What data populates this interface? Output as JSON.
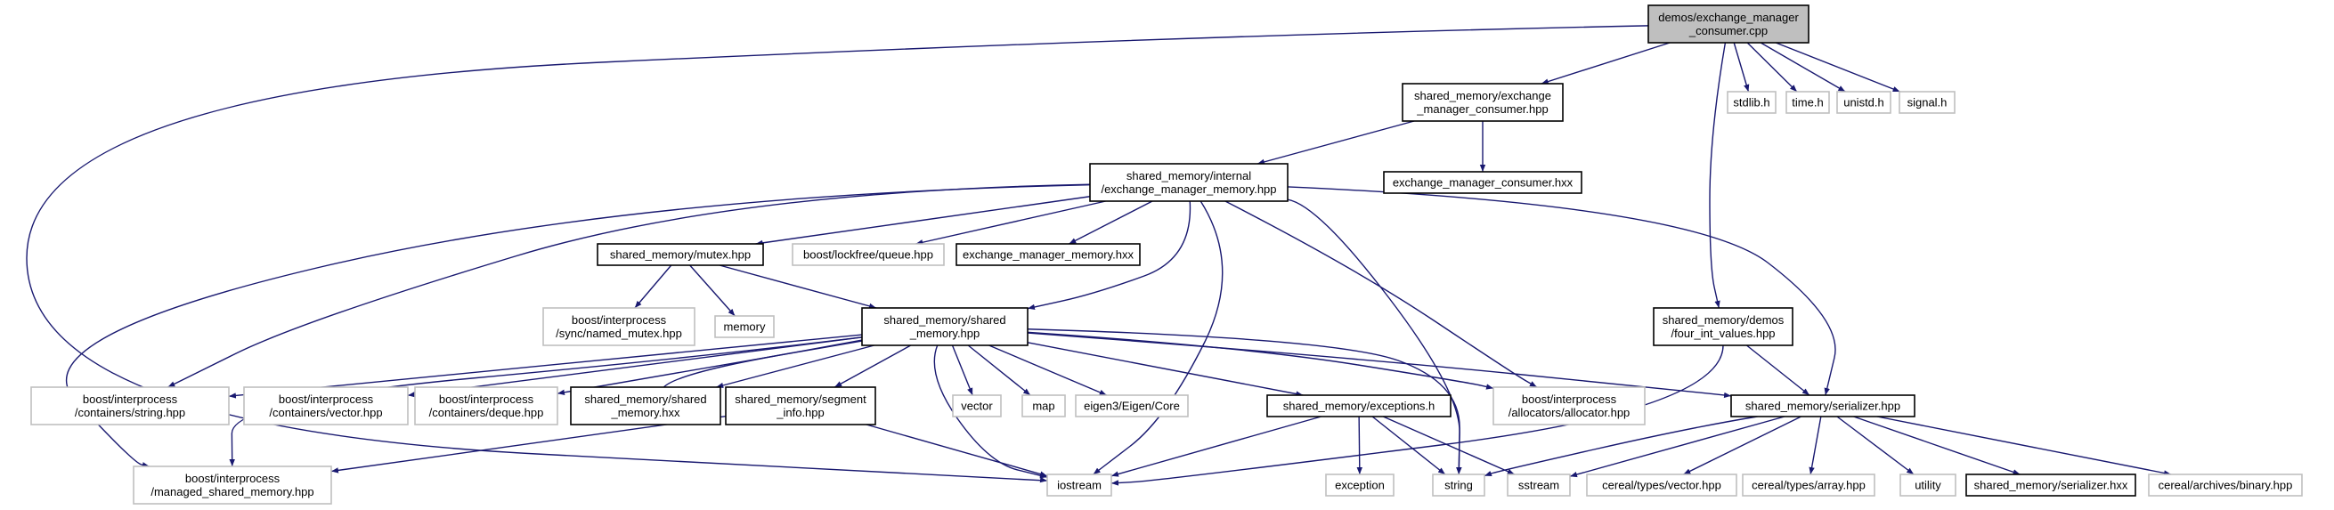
{
  "graph": {
    "colors": {
      "edge": "#191970",
      "root_fill": "#bfbfbf",
      "root_border": "#000000",
      "node_border": "#000000",
      "external_border": "#bfbfbf",
      "text": "#000000"
    },
    "nodes": [
      {
        "id": "root",
        "lines": [
          "demos/exchange_manager",
          "_consumer.cpp"
        ],
        "kind": "root"
      },
      {
        "id": "emc_hpp",
        "lines": [
          "shared_memory/exchange",
          "_manager_consumer.hpp"
        ],
        "kind": "local"
      },
      {
        "id": "stdlib",
        "lines": [
          "stdlib.h"
        ],
        "kind": "external"
      },
      {
        "id": "time",
        "lines": [
          "time.h"
        ],
        "kind": "external"
      },
      {
        "id": "unistd",
        "lines": [
          "unistd.h"
        ],
        "kind": "external"
      },
      {
        "id": "signal",
        "lines": [
          "signal.h"
        ],
        "kind": "external"
      },
      {
        "id": "emm_hpp",
        "lines": [
          "shared_memory/internal",
          "/exchange_manager_memory.hpp"
        ],
        "kind": "local"
      },
      {
        "id": "emc_hxx",
        "lines": [
          "exchange_manager_consumer.hxx"
        ],
        "kind": "local"
      },
      {
        "id": "mutex",
        "lines": [
          "shared_memory/mutex.hpp"
        ],
        "kind": "local"
      },
      {
        "id": "lfqueue",
        "lines": [
          "boost/lockfree/queue.hpp"
        ],
        "kind": "external"
      },
      {
        "id": "emm_hxx",
        "lines": [
          "exchange_manager_memory.hxx"
        ],
        "kind": "local"
      },
      {
        "id": "named_mutex",
        "lines": [
          "boost/interprocess",
          "/sync/named_mutex.hpp"
        ],
        "kind": "external"
      },
      {
        "id": "memory",
        "lines": [
          "memory"
        ],
        "kind": "external"
      },
      {
        "id": "shm_hpp",
        "lines": [
          "shared_memory/shared",
          "_memory.hpp"
        ],
        "kind": "local"
      },
      {
        "id": "four_int",
        "lines": [
          "shared_memory/demos",
          "/four_int_values.hpp"
        ],
        "kind": "local"
      },
      {
        "id": "bi_string",
        "lines": [
          "boost/interprocess",
          "/containers/string.hpp"
        ],
        "kind": "external"
      },
      {
        "id": "bi_vector",
        "lines": [
          "boost/interprocess",
          "/containers/vector.hpp"
        ],
        "kind": "external"
      },
      {
        "id": "bi_deque",
        "lines": [
          "boost/interprocess",
          "/containers/deque.hpp"
        ],
        "kind": "external"
      },
      {
        "id": "shm_hxx",
        "lines": [
          "shared_memory/shared",
          "_memory.hxx"
        ],
        "kind": "local"
      },
      {
        "id": "seg_info",
        "lines": [
          "shared_memory/segment",
          "_info.hpp"
        ],
        "kind": "local"
      },
      {
        "id": "vector",
        "lines": [
          "vector"
        ],
        "kind": "external"
      },
      {
        "id": "map",
        "lines": [
          "map"
        ],
        "kind": "external"
      },
      {
        "id": "eigen",
        "lines": [
          "eigen3/Eigen/Core"
        ],
        "kind": "external"
      },
      {
        "id": "exceptions",
        "lines": [
          "shared_memory/exceptions.h"
        ],
        "kind": "local"
      },
      {
        "id": "bi_alloc",
        "lines": [
          "boost/interprocess",
          "/allocators/allocator.hpp"
        ],
        "kind": "external"
      },
      {
        "id": "serializer",
        "lines": [
          "shared_memory/serializer.hpp"
        ],
        "kind": "local"
      },
      {
        "id": "managed_shm",
        "lines": [
          "boost/interprocess",
          "/managed_shared_memory.hpp"
        ],
        "kind": "external"
      },
      {
        "id": "iostream",
        "lines": [
          "iostream"
        ],
        "kind": "external"
      },
      {
        "id": "exception",
        "lines": [
          "exception"
        ],
        "kind": "external"
      },
      {
        "id": "string",
        "lines": [
          "string"
        ],
        "kind": "external"
      },
      {
        "id": "sstream",
        "lines": [
          "sstream"
        ],
        "kind": "external"
      },
      {
        "id": "cereal_vector",
        "lines": [
          "cereal/types/vector.hpp"
        ],
        "kind": "external"
      },
      {
        "id": "cereal_array",
        "lines": [
          "cereal/types/array.hpp"
        ],
        "kind": "external"
      },
      {
        "id": "utility",
        "lines": [
          "utility"
        ],
        "kind": "external"
      },
      {
        "id": "ser_hxx",
        "lines": [
          "shared_memory/serializer.hxx"
        ],
        "kind": "local"
      },
      {
        "id": "cereal_binary",
        "lines": [
          "cereal/archives/binary.hpp"
        ],
        "kind": "external"
      }
    ],
    "edges": [
      [
        "root",
        "emc_hpp"
      ],
      [
        "root",
        "stdlib"
      ],
      [
        "root",
        "time"
      ],
      [
        "root",
        "unistd"
      ],
      [
        "root",
        "signal"
      ],
      [
        "root",
        "four_int"
      ],
      [
        "root",
        "iostream"
      ],
      [
        "emc_hpp",
        "emm_hpp"
      ],
      [
        "emc_hpp",
        "emc_hxx"
      ],
      [
        "emm_hpp",
        "mutex"
      ],
      [
        "emm_hpp",
        "lfqueue"
      ],
      [
        "emm_hpp",
        "emm_hxx"
      ],
      [
        "emm_hpp",
        "shm_hpp"
      ],
      [
        "emm_hpp",
        "bi_string"
      ],
      [
        "emm_hpp",
        "managed_shm"
      ],
      [
        "emm_hpp",
        "iostream"
      ],
      [
        "emm_hpp",
        "bi_alloc"
      ],
      [
        "emm_hpp",
        "string"
      ],
      [
        "emm_hpp",
        "serializer"
      ],
      [
        "mutex",
        "named_mutex"
      ],
      [
        "mutex",
        "memory"
      ],
      [
        "mutex",
        "shm_hpp"
      ],
      [
        "shm_hpp",
        "bi_string"
      ],
      [
        "shm_hpp",
        "bi_vector"
      ],
      [
        "shm_hpp",
        "bi_deque"
      ],
      [
        "shm_hpp",
        "shm_hxx"
      ],
      [
        "shm_hpp",
        "seg_info"
      ],
      [
        "shm_hpp",
        "vector"
      ],
      [
        "shm_hpp",
        "map"
      ],
      [
        "shm_hpp",
        "eigen"
      ],
      [
        "shm_hpp",
        "exceptions"
      ],
      [
        "shm_hpp",
        "bi_alloc"
      ],
      [
        "shm_hpp",
        "serializer"
      ],
      [
        "shm_hpp",
        "managed_shm"
      ],
      [
        "shm_hpp",
        "iostream"
      ],
      [
        "shm_hpp",
        "string"
      ],
      [
        "shm_hxx",
        "shm_hpp"
      ],
      [
        "seg_info",
        "managed_shm"
      ],
      [
        "seg_info",
        "iostream"
      ],
      [
        "exceptions",
        "iostream"
      ],
      [
        "exceptions",
        "exception"
      ],
      [
        "exceptions",
        "string"
      ],
      [
        "exceptions",
        "sstream"
      ],
      [
        "four_int",
        "serializer"
      ],
      [
        "four_int",
        "iostream"
      ],
      [
        "serializer",
        "string"
      ],
      [
        "serializer",
        "sstream"
      ],
      [
        "serializer",
        "cereal_vector"
      ],
      [
        "serializer",
        "cereal_array"
      ],
      [
        "serializer",
        "utility"
      ],
      [
        "serializer",
        "ser_hxx"
      ],
      [
        "serializer",
        "cereal_binary"
      ]
    ]
  }
}
